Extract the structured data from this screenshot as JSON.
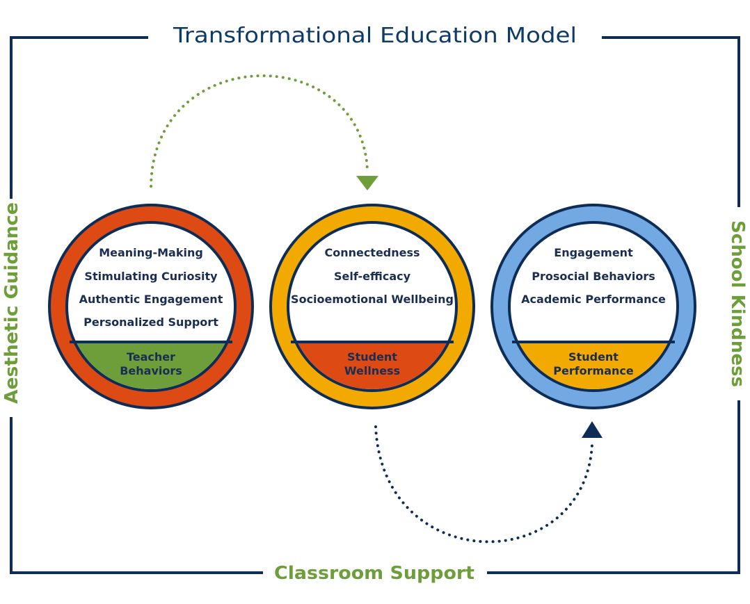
{
  "title": "Transformational Education Model",
  "left_label": "Aesthetic Guidance",
  "right_label": "School Kindness",
  "bottom_label": "Classroom Support",
  "colors": {
    "navy": "#0d2d57",
    "green": "#6e9e3a",
    "orange_red": "#dd4a14",
    "amber": "#f2a900",
    "light_blue": "#72a9e3"
  },
  "circles": [
    {
      "items": [
        "Meaning-Making",
        "Stimulating Curiosity",
        "Authentic Engagement",
        "Personalized Support"
      ],
      "caption_line1": "Teacher",
      "caption_line2": "Behaviors",
      "ring_color": "#dd4a14",
      "cap_color": "#6e9e3a"
    },
    {
      "items": [
        "Connectedness",
        "Self-efficacy",
        "Socioemotional Wellbeing"
      ],
      "caption_line1": "Student",
      "caption_line2": "Wellness",
      "ring_color": "#f2a900",
      "cap_color": "#dd4a14"
    },
    {
      "items": [
        "Engagement",
        "Prosocial Behaviors",
        "Academic Performance"
      ],
      "caption_line1": "Student",
      "caption_line2": "Performance",
      "ring_color": "#72a9e3",
      "cap_color": "#f2a900"
    }
  ],
  "arrows": [
    {
      "from": "circle-1",
      "to": "circle-2",
      "color": "#6e9e3a",
      "style": "dotted"
    },
    {
      "from": "circle-2",
      "to": "circle-3",
      "color": "#0d2d57",
      "style": "dotted"
    }
  ]
}
